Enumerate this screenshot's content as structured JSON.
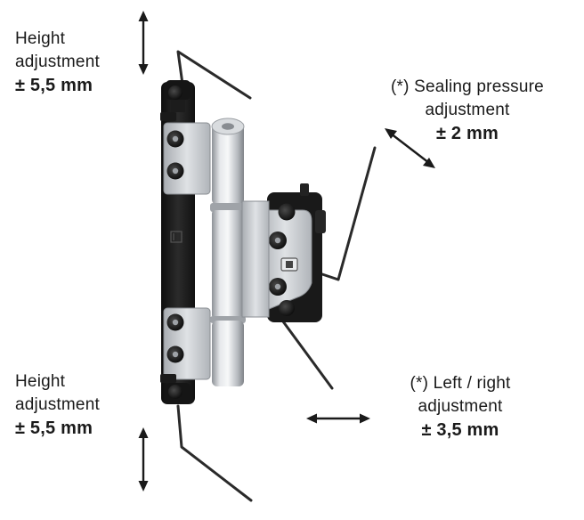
{
  "labels": {
    "height_top": {
      "line1": "Height",
      "line2": "adjustment",
      "value": "± 5,5 mm"
    },
    "height_bottom": {
      "line1": "Height",
      "line2": "adjustment",
      "value": "± 5,5 mm"
    },
    "sealing": {
      "line1": "(*) Sealing pressure",
      "line2": "adjustment",
      "value": "± 2 mm"
    },
    "left_right": {
      "line1": "(*) Left / right",
      "line2": "adjustment",
      "value": "± 3,5 mm"
    }
  },
  "colors": {
    "text": "#1a1a1a",
    "frame_black": "#1c1c1c",
    "silver": "#c9ccd0",
    "silver_dark": "#9a9ea3",
    "arrow": "#1a1a1a"
  },
  "icons": [
    "double-arrow-vertical-icon",
    "double-arrow-diagonal-icon",
    "double-arrow-horizontal-icon",
    "hex-key-icon"
  ]
}
